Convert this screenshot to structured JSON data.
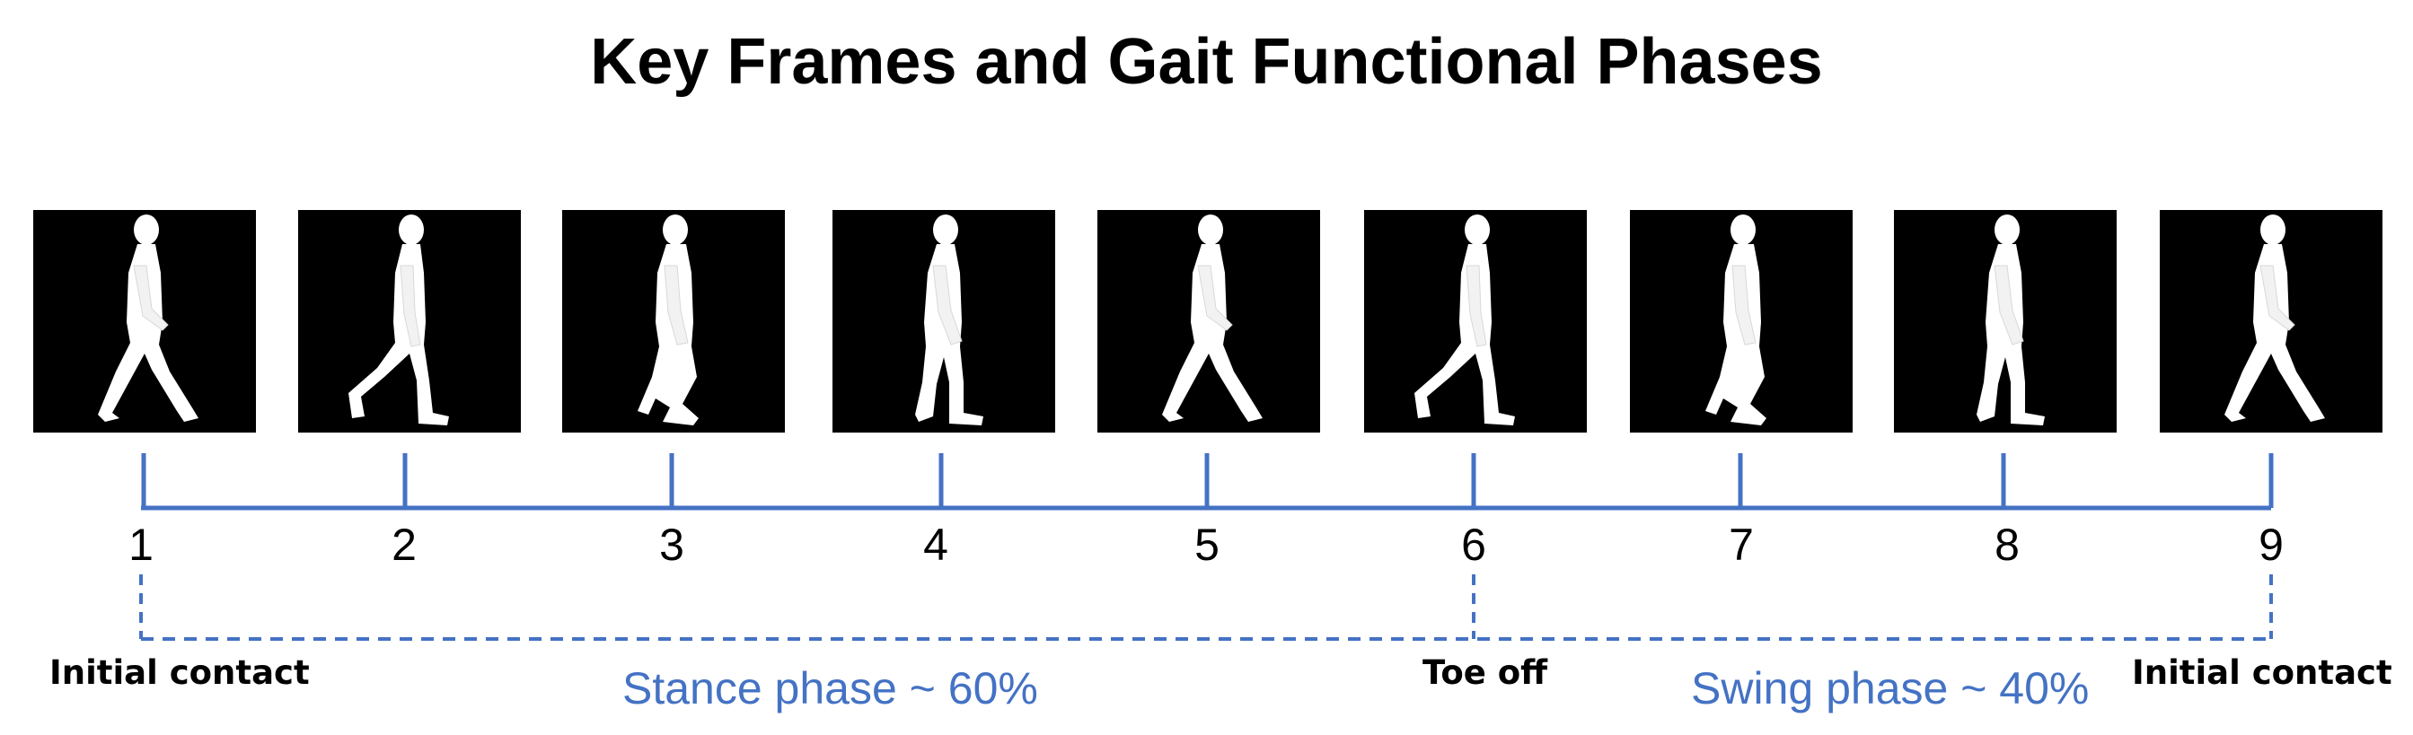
{
  "title": "Key Frames and Gait Functional Phases",
  "accent_color": "#4472C4",
  "frames": [
    {
      "number": "1",
      "pose": "wide-stride"
    },
    {
      "number": "2",
      "pose": "back-leg-lifted"
    },
    {
      "number": "3",
      "pose": "legs-crossed"
    },
    {
      "number": "4",
      "pose": "mid-stance"
    },
    {
      "number": "5",
      "pose": "wide-stride"
    },
    {
      "number": "6",
      "pose": "back-leg-lifted"
    },
    {
      "number": "7",
      "pose": "legs-crossed"
    },
    {
      "number": "8",
      "pose": "mid-stance"
    },
    {
      "number": "9",
      "pose": "wide-stride"
    }
  ],
  "events": {
    "initial_contact_start": "Initial contact",
    "toe_off": "Toe off",
    "initial_contact_end": "Initial contact"
  },
  "phases": {
    "stance": "Stance phase ~ 60%",
    "swing": "Swing phase ~ 40%"
  }
}
